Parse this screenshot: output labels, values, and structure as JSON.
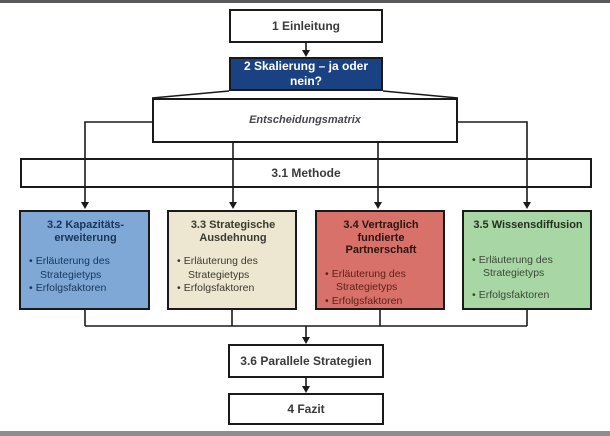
{
  "figure": {
    "nodes": {
      "einleitung": {
        "label": "1 Einleitung"
      },
      "skalierung": {
        "line1": "2 Skalierung – ja oder",
        "line2": "nein?"
      },
      "entscheidungsmatrix": {
        "label": "Entscheidungsmatrix"
      },
      "methode": {
        "label": "3.1 Methode"
      },
      "strategies": [
        {
          "title_line1": "3.2 Kapazitäts-",
          "title_line2": "erweiterung",
          "bullets": [
            "Erläuterung des Strategietyps",
            "Erfolgsfaktoren"
          ],
          "fill": "#7fa8d6",
          "text_color": "#17365c"
        },
        {
          "title_line1": "3.3 Strategische",
          "title_line2": "Ausdehnung",
          "bullets": [
            "Erläuterung des Strategietyps",
            "Erfolgsfaktoren"
          ],
          "fill": "#ede6d0",
          "text_color": "#3a3a30"
        },
        {
          "title_line1": "3.4 Vertraglich",
          "title_line2": "fundierte Partnerschaft",
          "bullets": [
            "Erläuterung des Strategietyps",
            "Erfolgsfaktoren"
          ],
          "fill": "#d8716a",
          "text_color": "#5e1f16"
        },
        {
          "title_line1": "3.5 Wissensdiffusion",
          "title_line2": "",
          "bullets": [
            "Erläuterung des Strategietyps",
            "Erfolgsfaktoren"
          ],
          "fill": "#a9d6a5",
          "text_color": "#3c4837"
        }
      ],
      "parallele": {
        "label": "3.6 Parallele Strategien"
      },
      "fazit": {
        "label": "4 Fazit"
      }
    },
    "edges": [
      "1 Einleitung → 2 Skalierung – ja oder nein?",
      "2 Skalierung – ja oder nein? → Entscheidungsmatrix",
      "Entscheidungsmatrix → 3.2 Kapazitätserweiterung",
      "Entscheidungsmatrix → 3.3 Strategische Ausdehnung",
      "Entscheidungsmatrix → 3.4 Vertraglich fundierte Partnerschaft",
      "Entscheidungsmatrix → 3.5 Wissensdiffusion",
      "3.2 + 3.3 + 3.4 + 3.5 → 3.6 Parallele Strategien",
      "3.6 Parallele Strategien → 4 Fazit"
    ],
    "colors": {
      "highlight_box_bg": "#1a4283",
      "highlight_box_text": "#ffffff",
      "line": "#1a1a1a",
      "box_border": "#1a1a1a",
      "top_bar": "#59595c",
      "bottom_bar": "#8e8e91",
      "strategy_fills": [
        "#7fa8d6",
        "#ede6d0",
        "#d8716a",
        "#a9d6a5"
      ]
    }
  },
  "glyphs": {
    "bullet": "•"
  }
}
